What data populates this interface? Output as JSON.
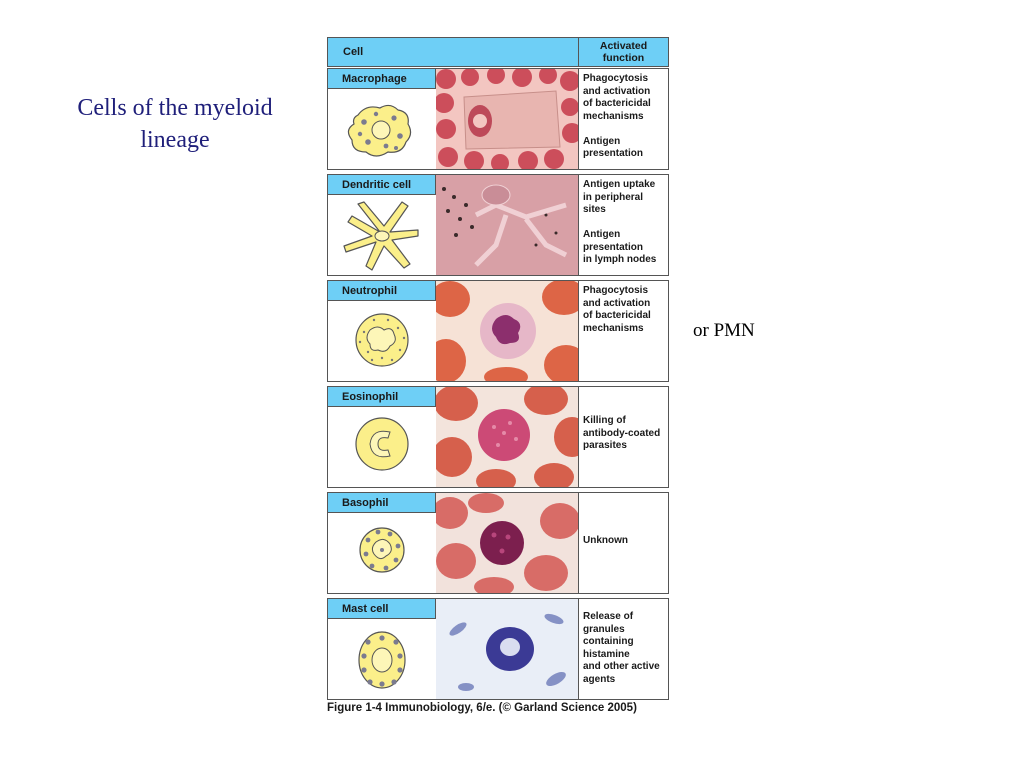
{
  "slide": {
    "title": "Cells of the myeloid lineage",
    "note": "or PMN"
  },
  "table": {
    "header": {
      "cell": "Cell",
      "function": "Activated\nfunction"
    },
    "rows": [
      {
        "name": "Macrophage",
        "function": "Phagocytosis\nand activation\nof bactericidal\nmechanisms\n\nAntigen\npresentation"
      },
      {
        "name": "Dendritic cell",
        "function": "Antigen uptake\nin peripheral\nsites\n\nAntigen\npresentation\nin lymph nodes"
      },
      {
        "name": "Neutrophil",
        "function": "Phagocytosis\nand activation\nof bactericidal\nmechanisms"
      },
      {
        "name": "Eosinophil",
        "function": "Killing of\nantibody-coated\nparasites"
      },
      {
        "name": "Basophil",
        "function": "Unknown"
      },
      {
        "name": "Mast cell",
        "function": "Release of\ngranules\ncontaining\nhistamine\nand other active\nagents"
      }
    ]
  },
  "caption": "Figure 1-4  Immunobiology, 6/e. (© Garland Science 2005)",
  "colors": {
    "header_blue": "#6ecff6",
    "title_blue": "#1f1f7a",
    "cell_yellow": "#fbef8a"
  }
}
